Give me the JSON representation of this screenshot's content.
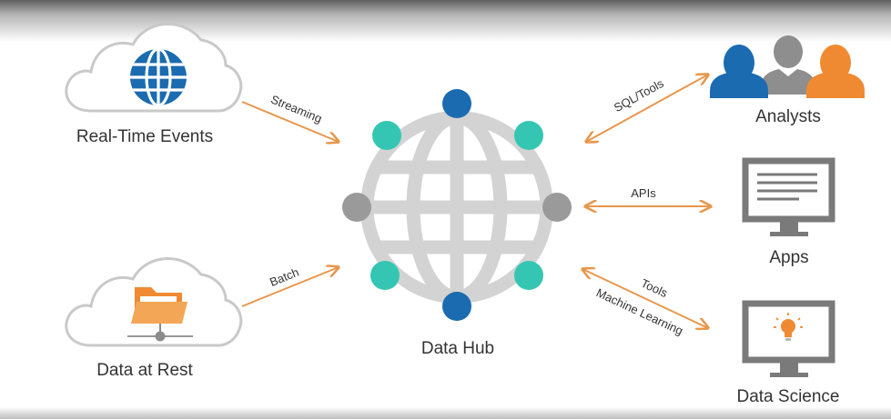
{
  "nodes": {
    "realtime": {
      "label": "Real-Time Events",
      "icon": "globe-icon"
    },
    "rest": {
      "label": "Data at Rest",
      "icon": "folder-icon"
    },
    "hub": {
      "label": "Data Hub",
      "icon": "globe-network-icon"
    },
    "analysts": {
      "label": "Analysts",
      "icon": "users-icon"
    },
    "apps": {
      "label": "Apps",
      "icon": "monitor-document-icon"
    },
    "science": {
      "label": "Data Science",
      "icon": "monitor-lightbulb-icon"
    }
  },
  "edges": {
    "streaming": "Streaming",
    "batch": "Batch",
    "sql": "SQL/Tools",
    "apis": "APIs",
    "tools": "Tools",
    "ml": "Machine Learning"
  },
  "colors": {
    "arrow": "#e8964b",
    "blue": "#1b6bb0",
    "teal": "#34c6b3",
    "gray": "#9a9a9a",
    "orange": "#ef8a32",
    "cloud_stroke": "#c9c9c9",
    "text": "#333333"
  }
}
